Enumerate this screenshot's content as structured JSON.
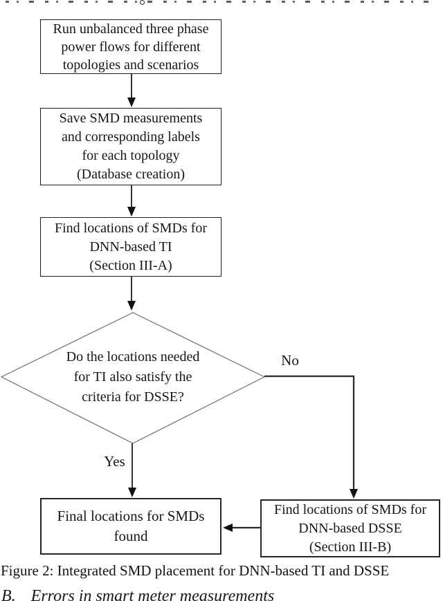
{
  "flowchart": {
    "nodes": [
      {
        "id": "run-power-flows",
        "type": "process",
        "lines": [
          "Run unbalanced three phase",
          "power flows for different",
          "topologies and scenarios"
        ]
      },
      {
        "id": "save-measurements",
        "type": "process",
        "lines": [
          "Save SMD measurements",
          "and corresponding labels",
          "for each topology",
          "(Database creation)"
        ]
      },
      {
        "id": "find-smd-ti",
        "type": "process",
        "lines": [
          "Find locations of SMDs for",
          "DNN-based TI",
          "(Section III-A)"
        ]
      },
      {
        "id": "ti-dsse-decision",
        "type": "decision",
        "lines": [
          "Do the locations needed",
          "for TI also satisfy the",
          "criteria for DSSE?"
        ]
      },
      {
        "id": "final-locations",
        "type": "process",
        "lines": [
          "Final locations for SMDs",
          "found"
        ]
      },
      {
        "id": "find-smd-dsse",
        "type": "process",
        "lines": [
          "Find locations of SMDs for",
          "DNN-based DSSE",
          "(Section III-B)"
        ]
      }
    ],
    "edge_labels": {
      "yes": "Yes",
      "no": "No"
    }
  },
  "caption": {
    "text": "Figure 2: Integrated SMD placement for DNN-based TI and DSSE"
  },
  "section_heading": {
    "label": "B.",
    "title": "Errors in smart meter measurements"
  },
  "colors": {
    "ink": "#1c1c1c",
    "diamond_stroke": "#6e6e6e",
    "background": "#ffffff"
  }
}
